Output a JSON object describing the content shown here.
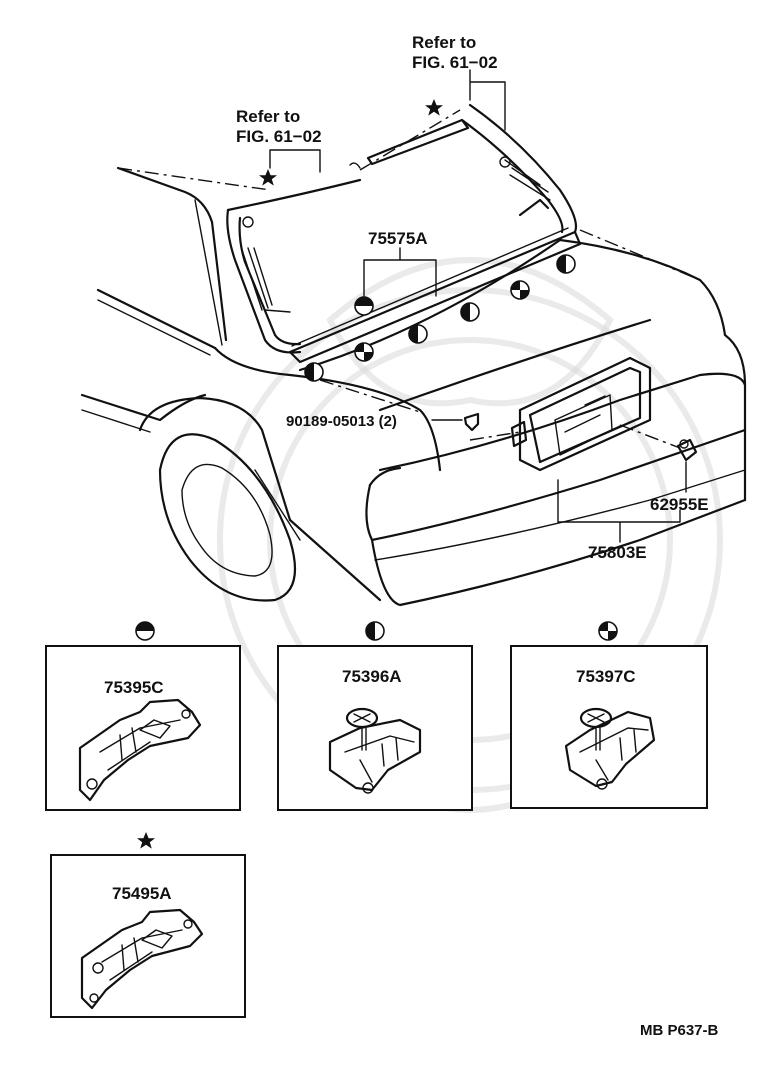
{
  "diagram": {
    "refer_top": {
      "line1": "Refer to",
      "line2": "FIG. 61−02"
    },
    "refer_left": {
      "line1": "Refer to",
      "line2": "FIG. 61−02"
    },
    "parts": {
      "molding_main": "75575A",
      "screw": "90189-05013 (2)",
      "bulb": "62955E",
      "license_lamp": "75803E"
    },
    "details": [
      {
        "part": "75395C",
        "symbol": "half-top-circle-icon"
      },
      {
        "part": "75396A",
        "symbol": "half-left-circle-icon"
      },
      {
        "part": "75397C",
        "symbol": "quarter-circle-icon"
      },
      {
        "part": "75495A",
        "symbol": "star-icon"
      }
    ],
    "code": "MB P637-B"
  }
}
